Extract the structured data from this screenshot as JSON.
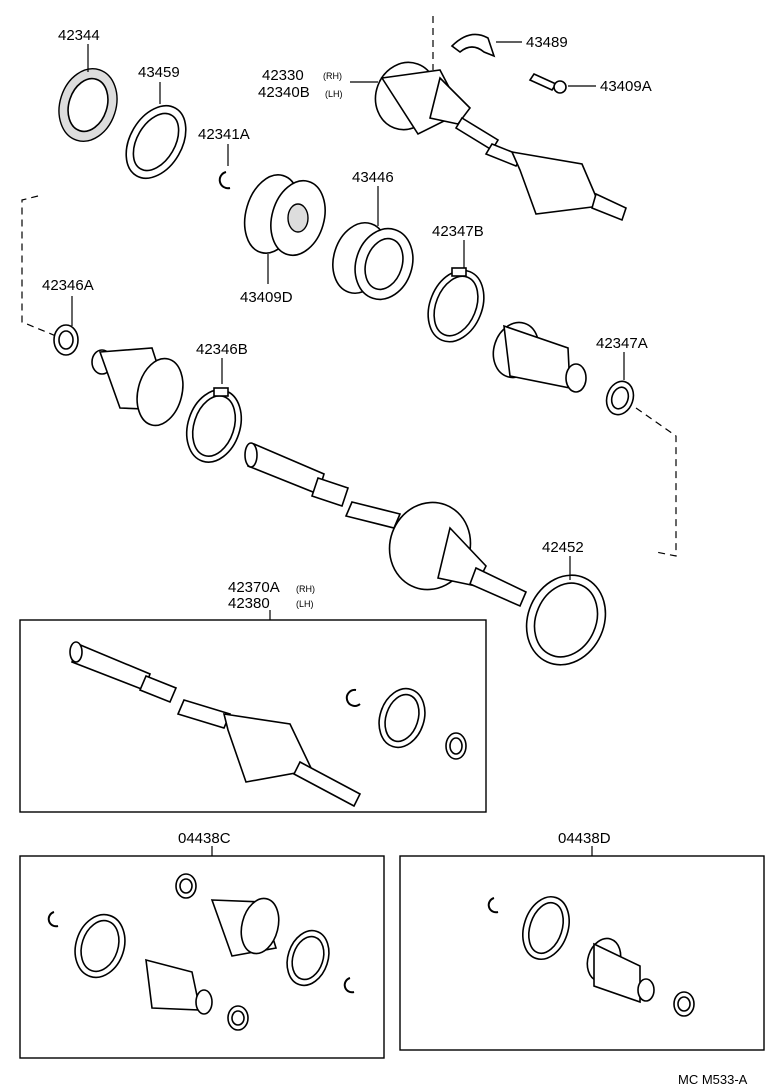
{
  "labels": {
    "p42344": "42344",
    "p43459": "43459",
    "p42341A": "42341A",
    "p42330": "42330",
    "p42330_side": "(RH)",
    "p42340B": "42340B",
    "p42340B_side": "(LH)",
    "p43489": "43489",
    "p43409A": "43409A",
    "p43446": "43446",
    "p43409D": "43409D",
    "p42347B": "42347B",
    "p42346A": "42346A",
    "p42346B": "42346B",
    "p42347A": "42347A",
    "p42452": "42452",
    "p42370A": "42370A",
    "p42370A_side": "(RH)",
    "p42380": "42380",
    "p42380_side": "(LH)",
    "p04438C": "04438C",
    "p04438D": "04438D"
  },
  "footer": {
    "code": "MC M533-A"
  }
}
